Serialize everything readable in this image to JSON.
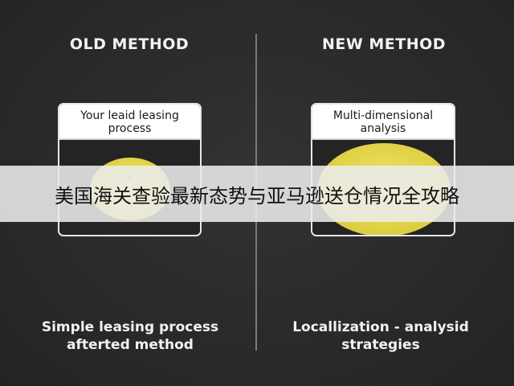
{
  "left_panel": {
    "heading": "OLD METHOD",
    "card_title": "Your leaid leasing process",
    "caption": "Simple leasing process afterted method"
  },
  "right_panel": {
    "heading": "NEW METHOD",
    "card_title": "Multi-dimensional analysis",
    "caption": "Locallization - analysid strategies"
  },
  "banner": {
    "text": "美国海关查验最新态势与亚马逊送仓情况全攻略"
  },
  "colors": {
    "background": "#2b2b2b",
    "accent_yellow": "#e0d347",
    "text_light": "#f2f2f2",
    "banner_bg": "#ececec"
  }
}
